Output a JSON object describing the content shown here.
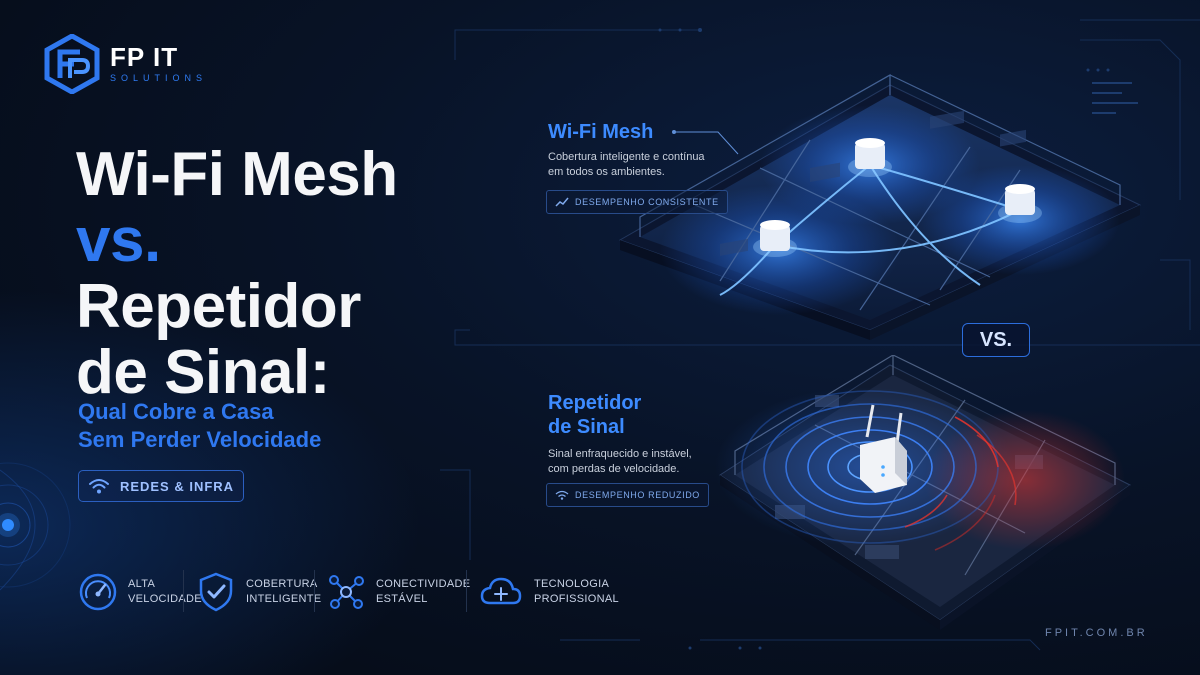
{
  "brand": {
    "name": "FP IT",
    "tagline": "SOLUTIONS",
    "logo_icon": "fp-hexagon-logo",
    "accent": "#2f78f0",
    "website": "FPIT.COM.BR"
  },
  "headline": {
    "line1": "Wi-Fi Mesh",
    "line2": "vs.",
    "line3": "Repetidor",
    "line4": "de Sinal:",
    "subtitle_line1": "Qual Cobre a Casa",
    "subtitle_line2": "Sem Perder Velocidade"
  },
  "category": {
    "label": "REDES & INFRA",
    "icon": "wifi-icon"
  },
  "features": [
    {
      "icon": "speedometer-icon",
      "line1": "ALTA",
      "line2": "VELOCIDADE"
    },
    {
      "icon": "shield-check-icon",
      "line1": "COBERTURA",
      "line2": "INTELIGENTE"
    },
    {
      "icon": "network-nodes-icon",
      "line1": "CONECTIVIDADE",
      "line2": "ESTÁVEL"
    },
    {
      "icon": "cloud-icon",
      "line1": "TECNOLOGIA",
      "line2": "PROFISSIONAL"
    }
  ],
  "mesh": {
    "title": "Wi-Fi Mesh",
    "desc_line1": "Cobertura inteligente e contínua",
    "desc_line2": "em todos os ambientes.",
    "badge": "DESEMPENHO CONSISTENTE",
    "badge_icon": "trend-up-icon",
    "signal_color": "#2f7bff"
  },
  "repeater": {
    "title_line1": "Repetidor",
    "title_line2": "de Sinal",
    "desc_line1": "Sinal enfraquecido e instável,",
    "desc_line2": "com perdas de velocidade.",
    "badge": "DESEMPENHO REDUZIDO",
    "badge_icon": "wifi-icon",
    "weak_signal_color": "#e0342f"
  },
  "versus_label": "VS."
}
